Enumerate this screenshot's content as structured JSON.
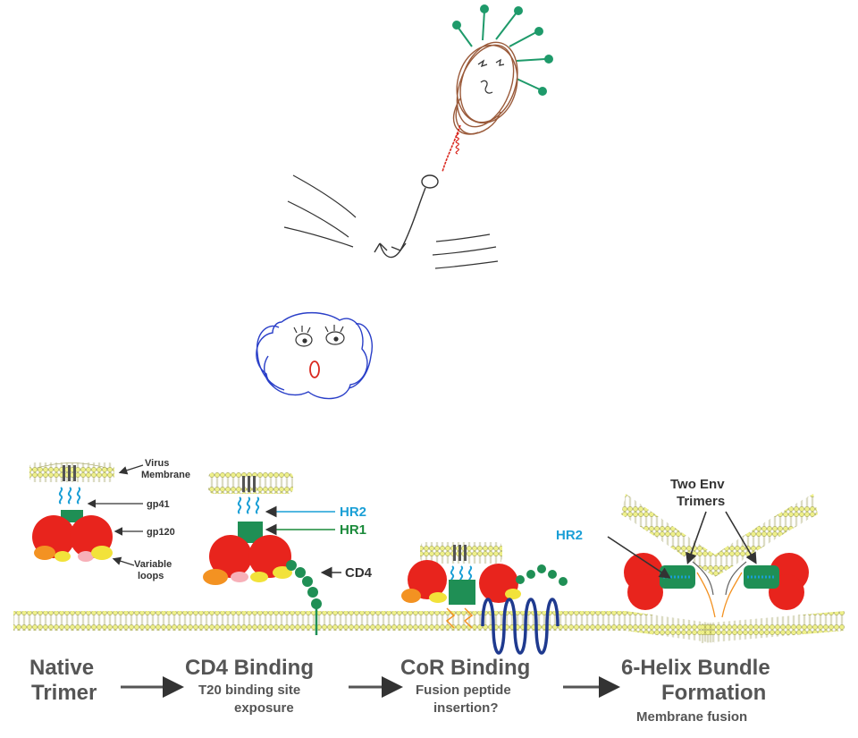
{
  "panel1": {
    "virus_membrane": "Virus Membrane",
    "virus_membrane_l1": "Virus",
    "virus_membrane_l2": "Membrane",
    "gp41": "gp41",
    "gp120": "gp120",
    "variable_loops_l1": "Variable",
    "variable_loops_l2": "loops"
  },
  "panel2": {
    "hr2": "HR2",
    "hr1": "HR1",
    "cd4": "CD4"
  },
  "panel4": {
    "hr2": "HR2",
    "two_env_l1": "Two Env",
    "two_env_l2": "Trimers"
  },
  "stages": [
    {
      "title_l1": "Native",
      "title_l2": "Trimer",
      "sub_l1": "",
      "sub_l2": ""
    },
    {
      "title_l1": "CD4 Binding",
      "title_l2": "",
      "sub_l1": "T20 binding site",
      "sub_l2": "exposure"
    },
    {
      "title_l1": "CoR Binding",
      "title_l2": "",
      "sub_l1": "Fusion peptide",
      "sub_l2": "insertion?"
    },
    {
      "title_l1": "6-Helix Bundle",
      "title_l2": "Formation",
      "sub_l1": "Membrane fusion",
      "sub_l2": ""
    }
  ],
  "colors": {
    "gp120_red": "#e8241d",
    "loop_orange": "#f39222",
    "loop_yellow": "#f2e23a",
    "gp41_green": "#1f8f55",
    "hr2_blue": "#1a9fd6",
    "hr1_green": "#1a8a3a",
    "membrane_yellow": "#e9ec8a",
    "coreceptor_navy": "#1f3a8f",
    "virus_brown": "#9a5a3a",
    "spike_green": "#1e9a6a",
    "cell_blue": "#2a3fc8"
  }
}
